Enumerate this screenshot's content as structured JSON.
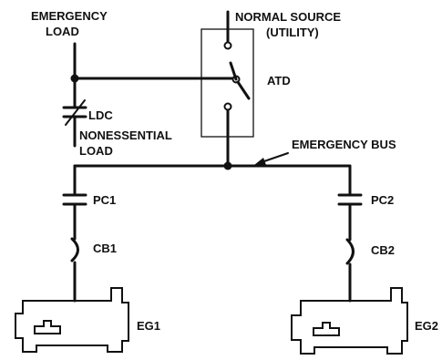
{
  "labels": {
    "emergency_load_1": "EMERGENCY",
    "emergency_load_2": "LOAD",
    "normal_source_1": "NORMAL SOURCE",
    "normal_source_2": "(UTILITY)",
    "atd": "ATD",
    "ldc": "LDC",
    "nonessential_1": "NONESSENTIAL",
    "nonessential_2": "LOAD",
    "emergency_bus": "EMERGENCY BUS",
    "pc1": "PC1",
    "pc2": "PC2",
    "cb1": "CB1",
    "cb2": "CB2",
    "eg1": "EG1",
    "eg2": "EG2"
  }
}
